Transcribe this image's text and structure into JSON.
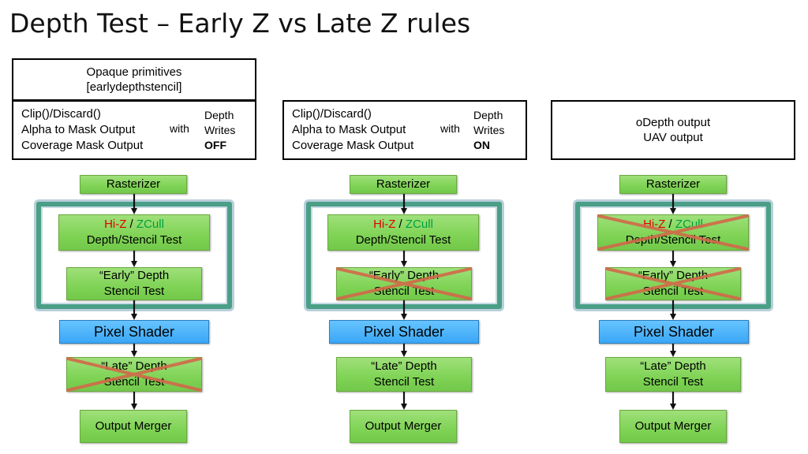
{
  "title": "Depth Test – Early Z vs Late Z rules",
  "col1": {
    "header": [
      "Opaque primitives",
      "[earlydepthstencil]"
    ],
    "conditions": [
      "Clip()/Discard()",
      "Alpha to Mask Output",
      "Coverage Mask Output"
    ],
    "with": "with",
    "depth_writes": [
      "Depth",
      "Writes",
      "OFF"
    ]
  },
  "col2": {
    "conditions": [
      "Clip()/Discard()",
      "Alpha to Mask Output",
      "Coverage Mask Output"
    ],
    "with": "with",
    "depth_writes": [
      "Depth",
      "Writes",
      "ON"
    ]
  },
  "col3": {
    "outputs": [
      "oDepth output",
      "UAV output"
    ]
  },
  "stages": {
    "rasterizer": "Rasterizer",
    "hiz": "Hi-Z",
    "slash": " / ",
    "zcull": "ZCull",
    "depth_stencil_test": "Depth/Stencil Test",
    "early_line1": "“Early” Depth",
    "early_line2": "Stencil Test",
    "pixel_shader": "Pixel Shader",
    "late_line1": "“Late” Depth",
    "late_line2": "Stencil Test",
    "output_merger": "Output Merger"
  },
  "colors": {
    "stage_green": "#7fd355",
    "pixel_shader_blue": "#3aa6f6",
    "hiz_red": "#e00000",
    "zcull_green": "#00a040",
    "cross": "#d2694a",
    "group_border": "#4a9f86"
  },
  "disabled": {
    "col1": [
      "late-depth-stencil-test"
    ],
    "col2": [
      "early-depth-stencil-test"
    ],
    "col3": [
      "hiz-zcull-depth-stencil-test",
      "early-depth-stencil-test"
    ]
  }
}
